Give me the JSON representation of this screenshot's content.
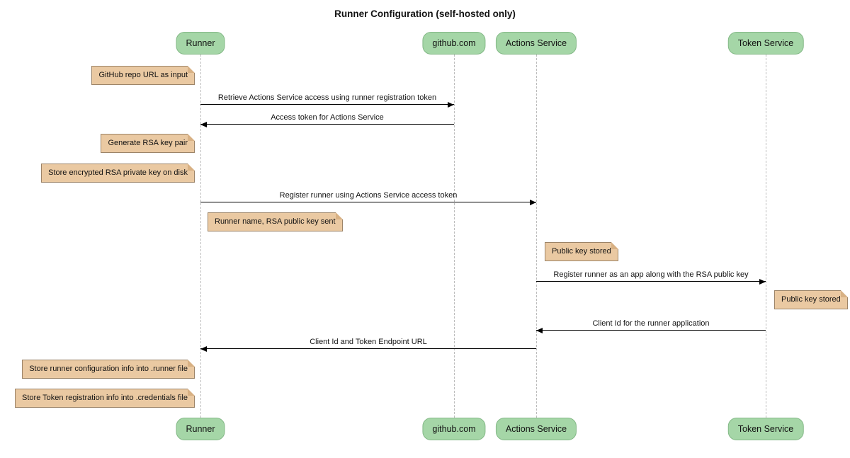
{
  "title": "Runner Configuration (self-hosted only)",
  "colors": {
    "participant-fill": "#a5d6a7",
    "participant-border": "#84b987",
    "note-fill": "#eac9a2",
    "note-border": "#9c8468",
    "note-fold": "#d8b184",
    "lifeline": "#bcbcbc",
    "arrow": "#000000",
    "text": "#131313",
    "background": "#ffffff"
  },
  "participants": [
    {
      "id": "runner",
      "label": "Runner"
    },
    {
      "id": "github",
      "label": "github.com"
    },
    {
      "id": "actions-service",
      "label": "Actions Service"
    },
    {
      "id": "token-service",
      "label": "Token Service"
    }
  ],
  "messages": [
    {
      "from": "Runner",
      "to": "github.com",
      "text": "Retrieve Actions Service access using runner registration token"
    },
    {
      "from": "github.com",
      "to": "Runner",
      "text": "Access token for Actions Service"
    },
    {
      "from": "Runner",
      "to": "Actions Service",
      "text": "Register runner using Actions Service access token"
    },
    {
      "from": "Actions Service",
      "to": "Token Service",
      "text": "Register runner as an app along with the RSA public key"
    },
    {
      "from": "Token Service",
      "to": "Actions Service",
      "text": "Client Id for the runner application"
    },
    {
      "from": "Actions Service",
      "to": "Runner",
      "text": "Client Id and Token Endpoint URL"
    }
  ],
  "notes": [
    {
      "position": "left of Runner",
      "text": "GitHub repo URL as input"
    },
    {
      "position": "left of Runner",
      "text": "Generate RSA key pair"
    },
    {
      "position": "left of Runner",
      "text": "Store encrypted RSA private key on disk"
    },
    {
      "position": "right of Runner",
      "text": "Runner name, RSA public key sent"
    },
    {
      "position": "right of Actions Service",
      "text": "Public key stored"
    },
    {
      "position": "right of Token Service",
      "text": "Public key stored"
    },
    {
      "position": "left of Runner",
      "text": "Store runner configuration info into .runner file"
    },
    {
      "position": "left of Runner",
      "text": "Store Token registration info into .credentials file"
    }
  ]
}
